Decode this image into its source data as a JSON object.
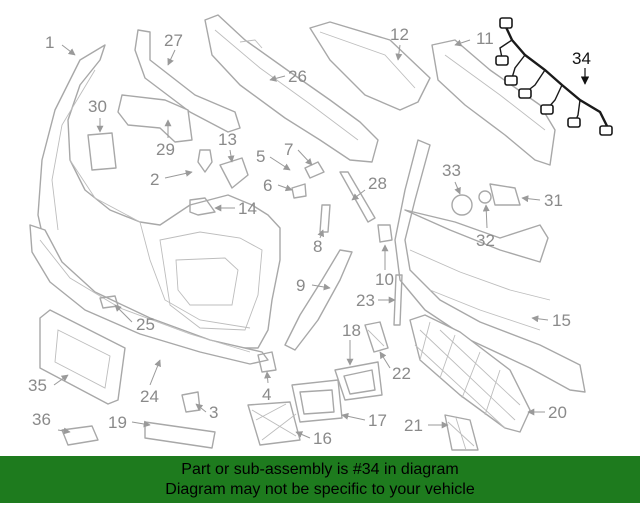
{
  "diagram": {
    "callouts": [
      "1",
      "2",
      "3",
      "4",
      "5",
      "6",
      "7",
      "8",
      "9",
      "10",
      "11",
      "12",
      "13",
      "14",
      "15",
      "16",
      "17",
      "18",
      "19",
      "20",
      "21",
      "22",
      "23",
      "24",
      "25",
      "26",
      "27",
      "28",
      "29",
      "30",
      "31",
      "32",
      "33",
      "34",
      "35",
      "36"
    ],
    "highlighted_callout": "34",
    "colors": {
      "line_art": "#a8a8a8",
      "highlight": "#111111",
      "banner": "#1e7b1e"
    }
  },
  "banner": {
    "line1": "Part or sub-assembly is #34 in diagram",
    "line2": "Diagram may not be specific to your vehicle"
  }
}
